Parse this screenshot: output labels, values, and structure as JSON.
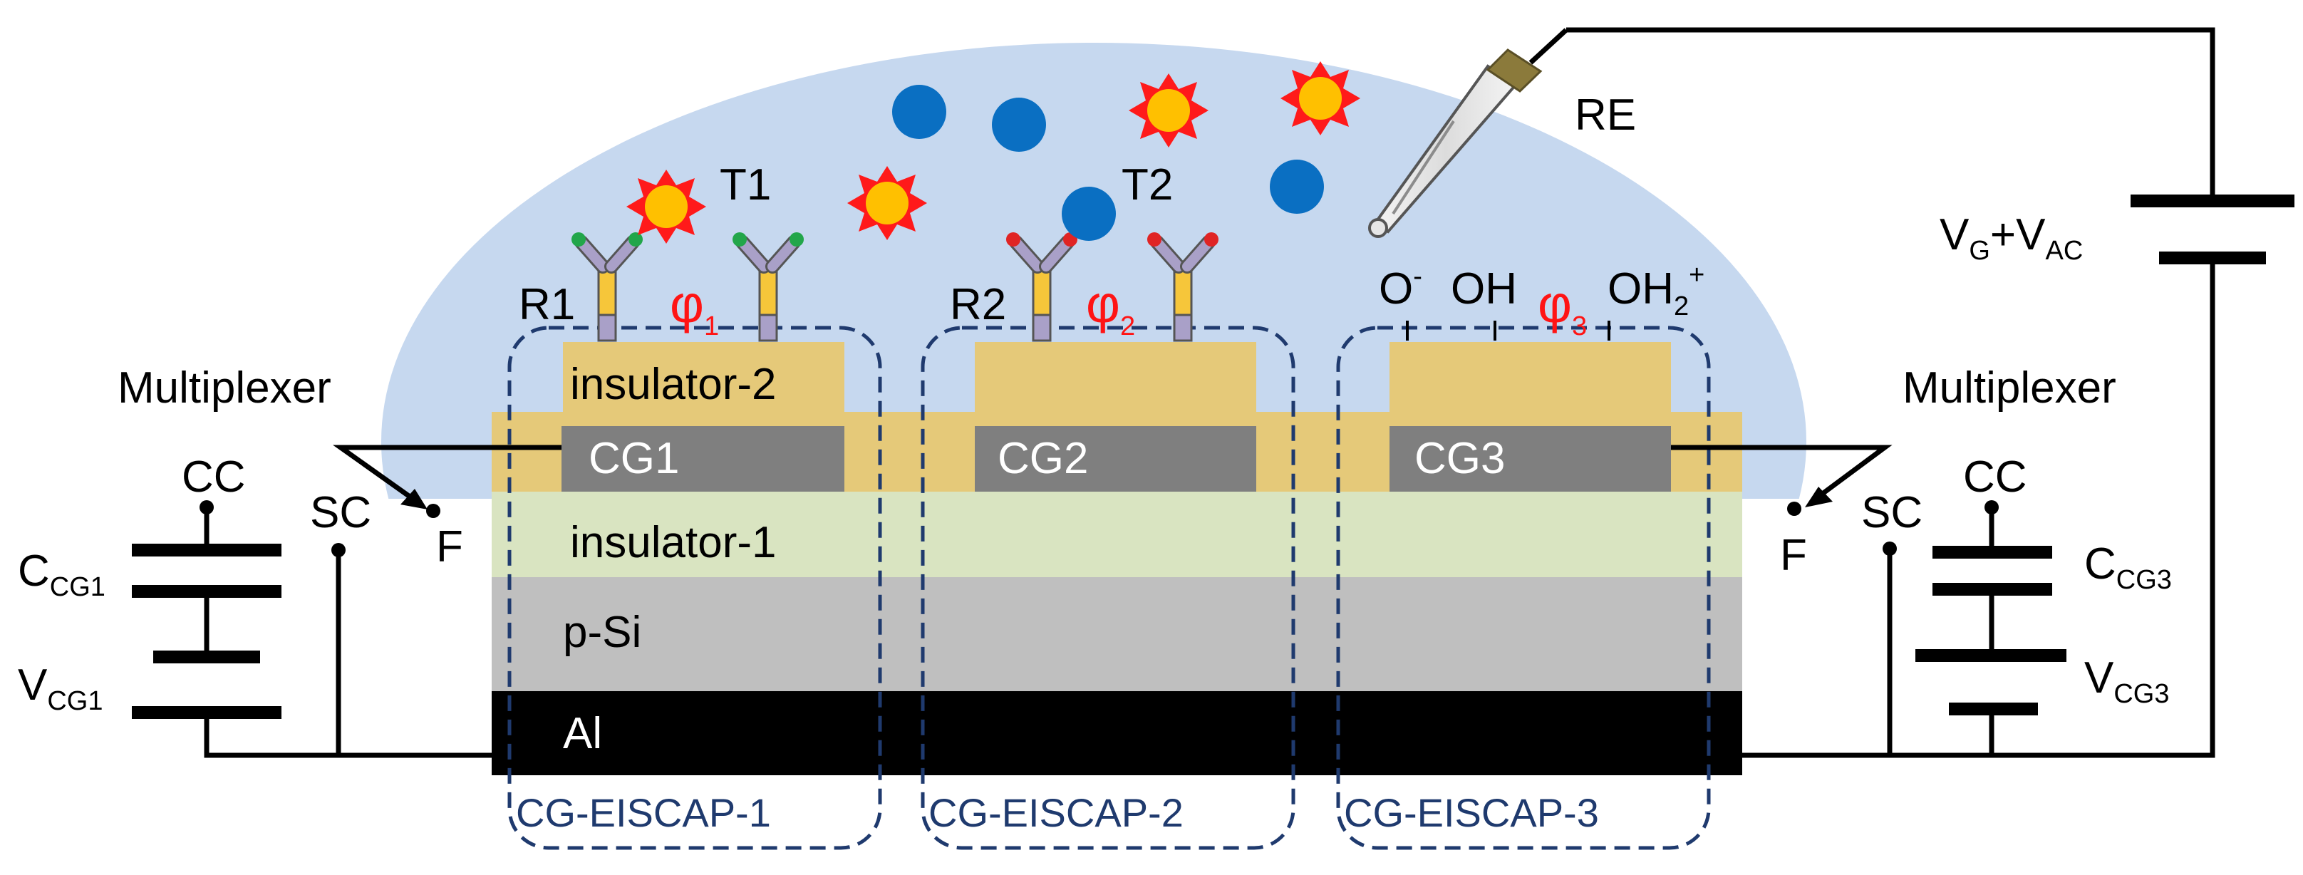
{
  "colors": {
    "electrolyte": "#c6d8ef",
    "insulator2": "#e5c979",
    "insulator1": "#d9e4c1",
    "psi": "#bfbfbf",
    "aluminum": "#000000",
    "control_gate": "#7f7f7f",
    "cell_box": "#1f3a6e",
    "label_red": "#ff1414",
    "molecule_blue": "#0a6fc2",
    "molecule_star": "#ffc000",
    "antibody_yellow": "#f6c63a",
    "antibody_purple": "#a9a0c8",
    "receptor1_tip": "#22a64a",
    "receptor2_tip": "#e02424"
  },
  "layers": {
    "insulator2": "insulator-2",
    "insulator1": "insulator-1",
    "psi": "p-Si",
    "al": "Al"
  },
  "gates": {
    "cg1": "CG1",
    "cg2": "CG2",
    "cg3": "CG3"
  },
  "cells": {
    "cell1": "CG-EISCAP-1",
    "cell2": "CG-EISCAP-2",
    "cell3": "CG-EISCAP-3"
  },
  "potentials": {
    "phi1": {
      "sym": "φ",
      "sub": "1"
    },
    "phi2": {
      "sym": "φ",
      "sub": "2"
    },
    "phi3": {
      "sym": "φ",
      "sub": "3"
    }
  },
  "receptors": {
    "r1": "R1",
    "r2": "R2"
  },
  "targets": {
    "t1": "T1",
    "t2": "T2"
  },
  "surface_groups": {
    "o": {
      "main": "O",
      "sup": "-"
    },
    "oh": "OH",
    "oh2": {
      "main": "OH",
      "sub": "2",
      "sup": "+"
    }
  },
  "reference_electrode": "RE",
  "gate_source": {
    "v": "V",
    "g": "G",
    "plus": "+V",
    "ac": "AC"
  },
  "left_circuit": {
    "multiplexer": "Multiplexer",
    "cc": "CC",
    "sc": "SC",
    "f": "F",
    "capacitor": {
      "main": "C",
      "sub": "CG1"
    },
    "voltage": {
      "main": "V",
      "sub": "CG1"
    }
  },
  "right_circuit": {
    "multiplexer": "Multiplexer",
    "cc": "CC",
    "sc": "SC",
    "f": "F",
    "capacitor": {
      "main": "C",
      "sub": "CG3"
    },
    "voltage": {
      "main": "V",
      "sub": "CG3"
    }
  }
}
